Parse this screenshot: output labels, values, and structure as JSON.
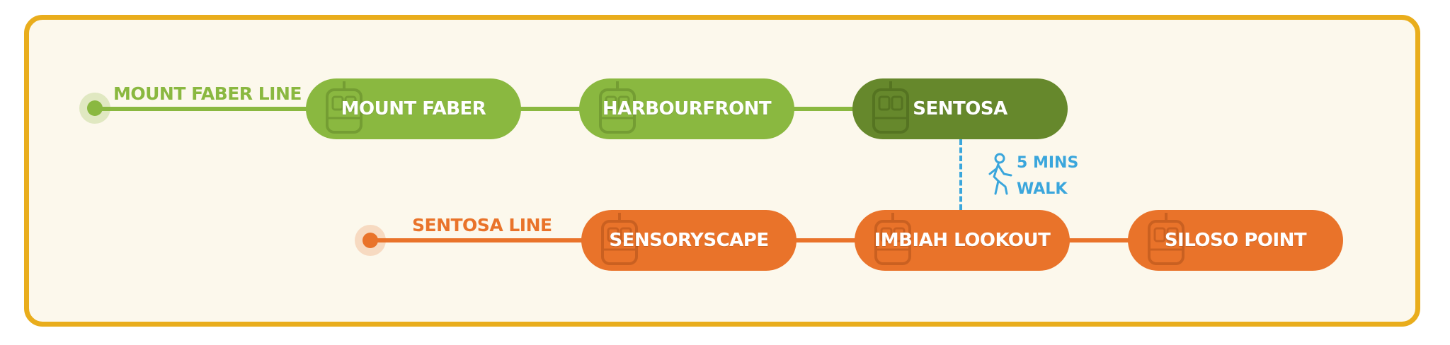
{
  "colors": {
    "frame_border": "#e9ad1c",
    "background": "#fcf8ec",
    "mount_faber_line": "#8ab840",
    "mount_faber_terminus_station": "#66882c",
    "sentosa_line": "#e9732a",
    "walk": "#3aa6dc"
  },
  "lines": [
    {
      "name": "MOUNT FABER LINE",
      "stations": [
        "MOUNT FABER",
        "HARBOURFRONT",
        "SENTOSA"
      ]
    },
    {
      "name": "SENTOSA LINE",
      "stations": [
        "SENSORYSCAPE",
        "IMBIAH LOOKOUT",
        "SILOSO POINT"
      ]
    }
  ],
  "transfer": {
    "icon": "walking-person-icon",
    "line1": "5 MINS",
    "line2": "WALK"
  },
  "station_icon": "cable-car-icon"
}
